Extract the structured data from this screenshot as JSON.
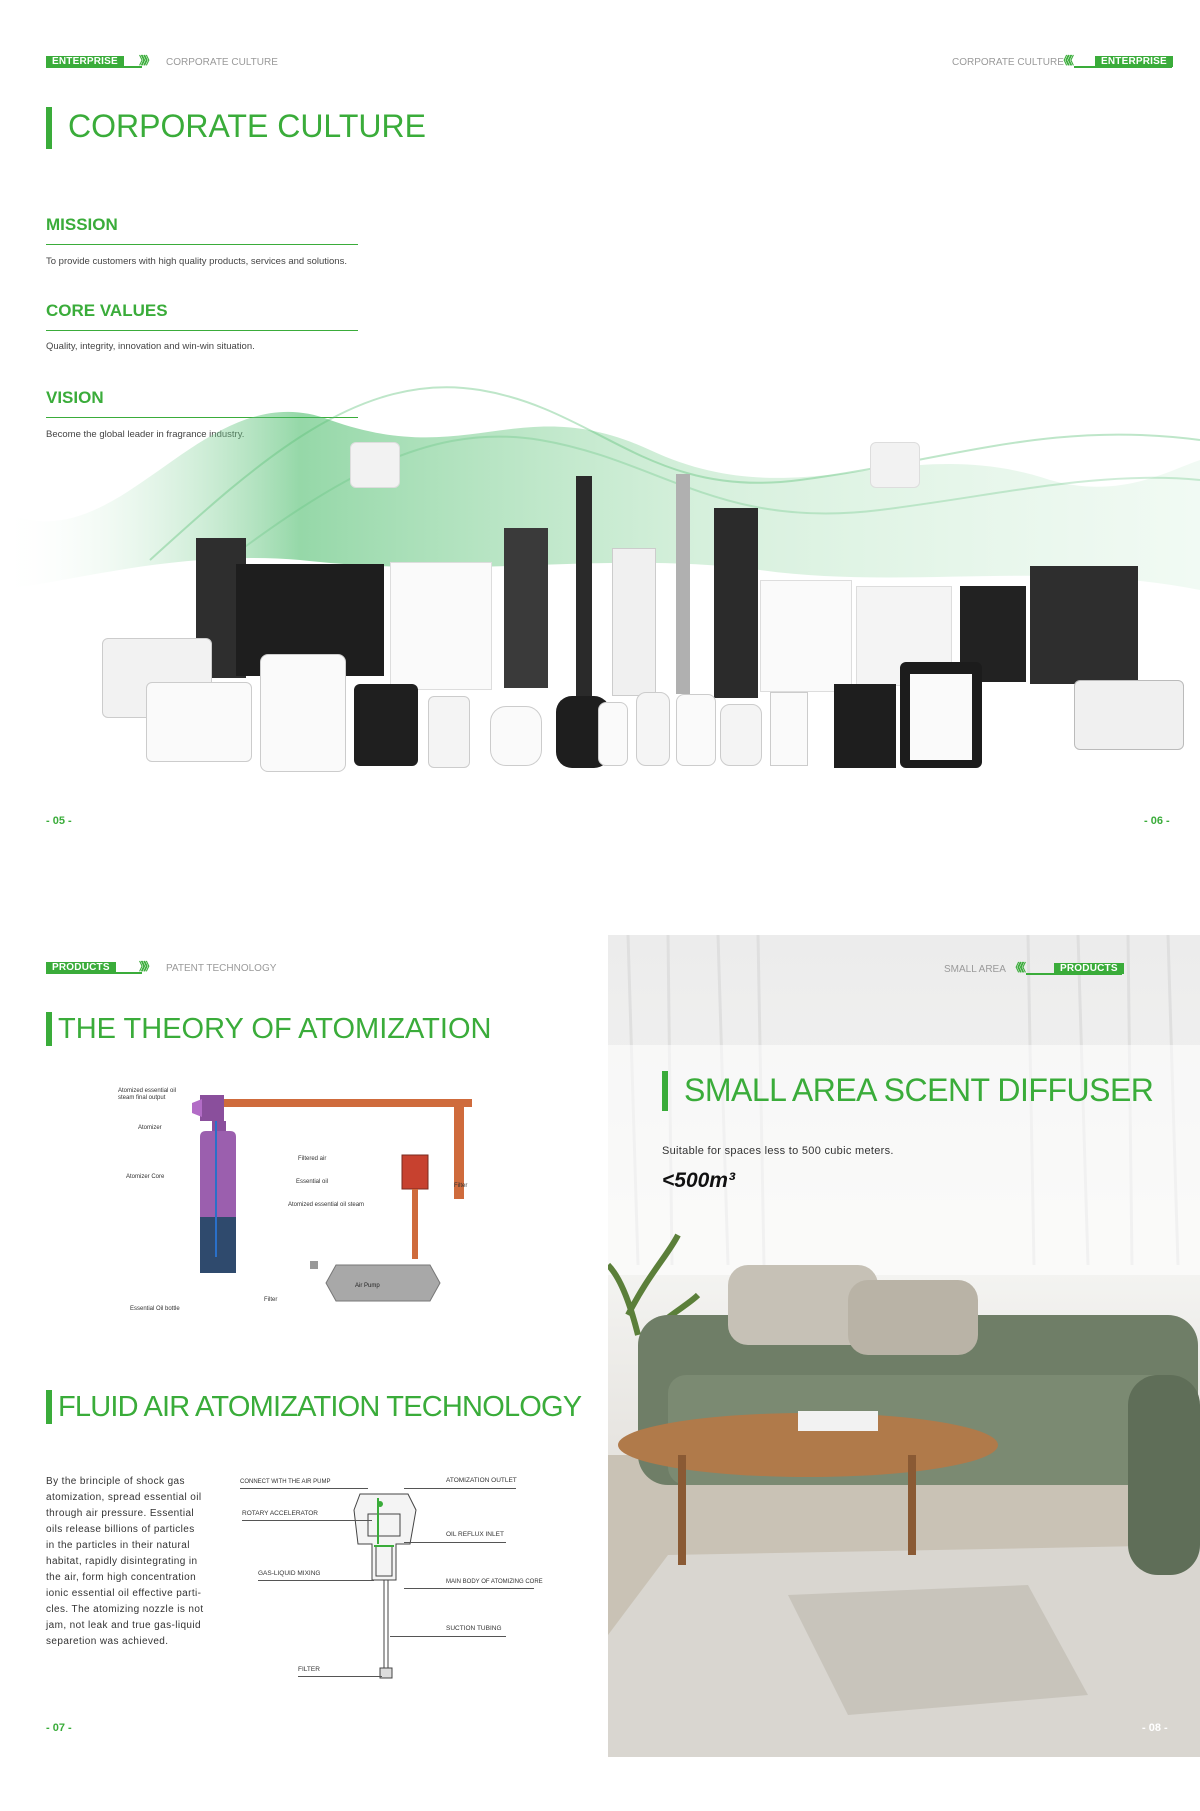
{
  "page1": {
    "tag_main": "ENTERPRISE",
    "tag_sub": "CORPORATE CULTURE",
    "arrows": "》》》",
    "title": "CORPORATE CULTURE",
    "sections": [
      {
        "heading": "MISSION",
        "text": "To provide customers with high quality products, services and solutions."
      },
      {
        "heading": "CORE VALUES",
        "text": "Quality, integrity, innovation and win-win situation."
      },
      {
        "heading": "VISION",
        "text": "Become the global leader in fragrance industry."
      }
    ],
    "page_number": "- 05 -"
  },
  "page2": {
    "tag_main": "ENTERPRISE",
    "tag_sub": "CORPORATE CULTURE",
    "arrows": "《《《",
    "page_number": "- 06 -"
  },
  "page3": {
    "tag_main": "PRODUCTS",
    "tag_sub": "PATENT TECHNOLOGY",
    "arrows": "》》》",
    "title1": "THE THEORY OF ATOMIZATION",
    "diagram1": {
      "labels": [
        "Atomized essential oil steam final output",
        "Atomizer",
        "Atomizer Core",
        "Filtered air",
        "Essential oil",
        "Atomized essential oil steam",
        "Filter",
        "Air Pump",
        "Filter",
        "Essential Oil bottle"
      ]
    },
    "title2": "FLUID AIR ATOMIZATION TECHNOLOGY",
    "paragraph": [
      "By the brinciple of shock gas",
      "atomization, spread essential oil",
      "through air pressure. Essential",
      "oils release billions of particles",
      "in the particles in their natural",
      "habitat, rapidly disintegrating in",
      "the air, form high concentration",
      "ionic essential oil effective parti-",
      "cles. The atomizing nozzle is not",
      "jam, not leak and true gas-liquid",
      "separetion was achieved."
    ],
    "diagram2": {
      "left_labels": [
        "CONNECT WITH THE AIR PUMP",
        "ROTARY ACCELERATOR",
        "GAS-LIQUID MIXING",
        "FILTER"
      ],
      "right_labels": [
        "ATOMIZATION OUTLET",
        "OIL REFLUX INLET",
        "MAIN BODY OF ATOMIZING CORE",
        "SUCTION TUBING"
      ]
    },
    "page_number": "- 07 -"
  },
  "page4": {
    "tag_main": "PRODUCTS",
    "tag_sub": "SMALL AREA",
    "arrows": "《《《",
    "title": "SMALL AREA SCENT DIFFUSER",
    "subtitle": "Suitable for spaces less to 500 cubic meters.",
    "capacity": "<500m³",
    "page_number": "- 08 -"
  },
  "colors": {
    "accent": "#3aac3a"
  }
}
